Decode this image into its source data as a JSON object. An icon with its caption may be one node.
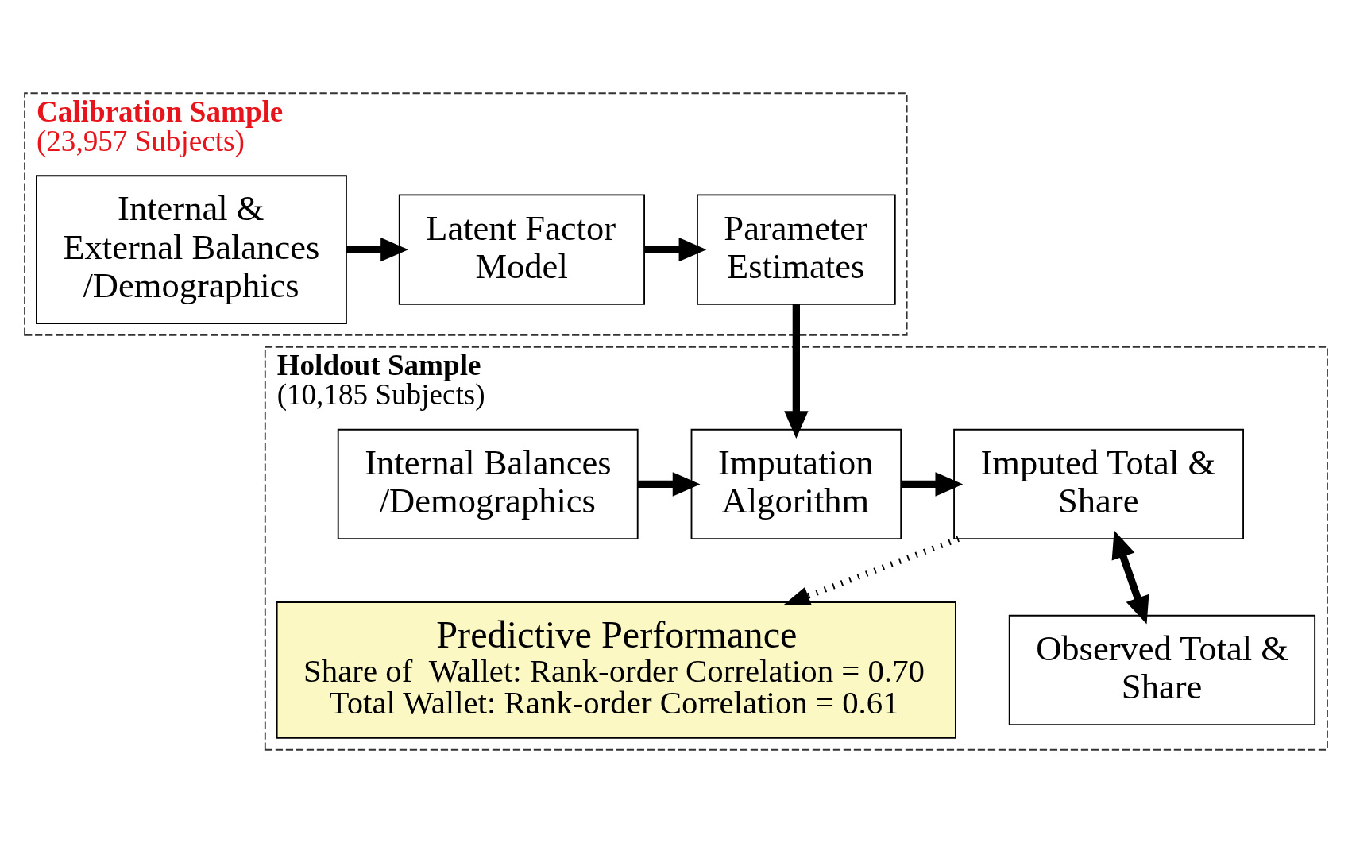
{
  "diagram": {
    "nodes": [
      {
        "text": [
          "Calibration Sample",
          "(23,957 Subjects)"
        ]
      },
      {
        "text": [
          "Internal & External Balances /Demographics"
        ],
        "in": 0
      },
      {
        "text": [
          "Latent Factor Model"
        ],
        "in": 0
      },
      {
        "text": [
          "Parameter Estimates"
        ],
        "in": 0
      },
      {
        "text": [
          "Holdout Sample",
          "(10,185 Subjects)"
        ]
      },
      {
        "text": [
          "Internal Balances /Demographics"
        ],
        "in": 4
      },
      {
        "text": [
          "Imputation Algorithm"
        ],
        "in": 4
      },
      {
        "text": [
          "Imputed Total & Share"
        ],
        "in": 4
      },
      {
        "text": [
          "Predictive Performance",
          "Share of  Wallet: Rank-order Correlation = 0.70",
          "Total Wallet: Rank-order Correlation = 0.61"
        ],
        "in": 4
      },
      {
        "text": [
          "Observed Total & Share"
        ],
        "in": 4
      }
    ],
    "edges": [
      {
        "from": 1,
        "to": 2,
        "arrow": "to"
      },
      {
        "from": 2,
        "to": 3,
        "arrow": "to"
      },
      {
        "from": 3,
        "to": 6,
        "arrow": "to"
      },
      {
        "from": 5,
        "to": 6,
        "arrow": "to"
      },
      {
        "from": 6,
        "to": 7,
        "arrow": "to"
      },
      {
        "from": 7,
        "to": 9,
        "arrow": "both"
      },
      {
        "from": 7,
        "to": 8,
        "arrow": "to",
        "style": "dashed"
      }
    ]
  }
}
